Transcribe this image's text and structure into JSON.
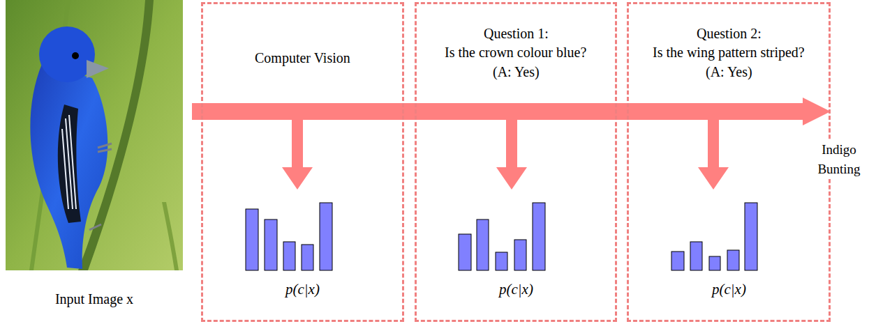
{
  "diagram": {
    "nodes": [
      {
        "text": [
          "Computer Vision",
          "p(c|x)"
        ]
      },
      {
        "text": [
          "Question 1:",
          "Is the crown colour blue?",
          "(A: Yes)",
          "p(c|x)"
        ]
      },
      {
        "text": [
          "Question 2:",
          "Is the wing pattern striped?",
          "(A: Yes)",
          "p(c|x)"
        ]
      }
    ],
    "labels": [
      "Input Image x",
      "Indigo Bunting"
    ]
  }
}
